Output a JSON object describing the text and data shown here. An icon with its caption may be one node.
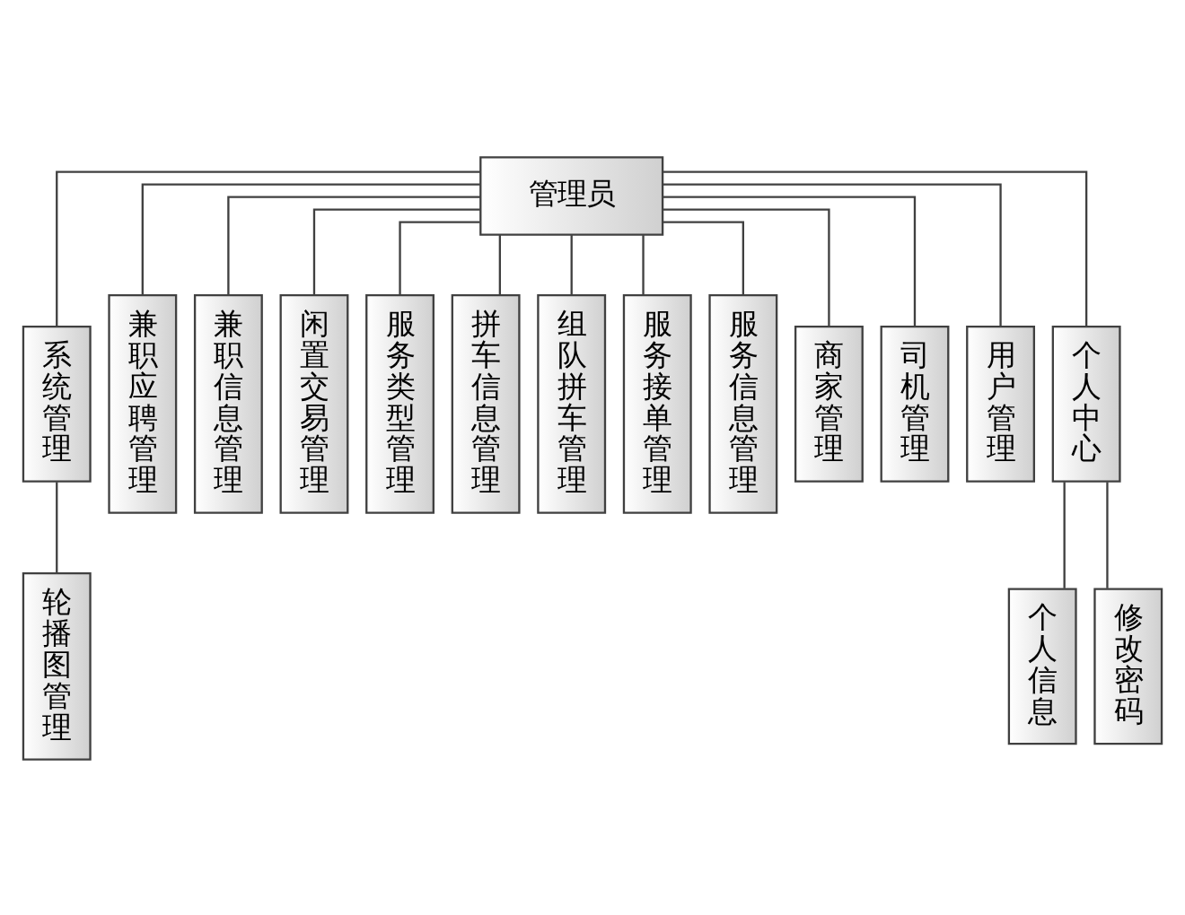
{
  "diagram": {
    "nodes": [
      {
        "text": [
          "管理员"
        ]
      },
      {
        "text": [
          "系统管理"
        ]
      },
      {
        "text": [
          "兼职应聘管理"
        ]
      },
      {
        "text": [
          "兼职信息管理"
        ]
      },
      {
        "text": [
          "闲置交易管理"
        ]
      },
      {
        "text": [
          "服务类型管理"
        ]
      },
      {
        "text": [
          "拼车信息管理"
        ]
      },
      {
        "text": [
          "组队拼车管理"
        ]
      },
      {
        "text": [
          "服务接单管理"
        ]
      },
      {
        "text": [
          "服务信息管理"
        ]
      },
      {
        "text": [
          "商家管理"
        ]
      },
      {
        "text": [
          "司机管理"
        ]
      },
      {
        "text": [
          "用户管理"
        ]
      },
      {
        "text": [
          "个人中心"
        ]
      },
      {
        "text": [
          "轮播图管理"
        ]
      },
      {
        "text": [
          "个人信息"
        ]
      },
      {
        "text": [
          "修改密码"
        ]
      }
    ],
    "edges": [
      {
        "from": 0,
        "to": 1,
        "arrow": "none"
      },
      {
        "from": 0,
        "to": 2,
        "arrow": "none"
      },
      {
        "from": 0,
        "to": 3,
        "arrow": "none"
      },
      {
        "from": 0,
        "to": 4,
        "arrow": "none"
      },
      {
        "from": 0,
        "to": 5,
        "arrow": "none"
      },
      {
        "from": 0,
        "to": 6,
        "arrow": "none"
      },
      {
        "from": 0,
        "to": 7,
        "arrow": "none"
      },
      {
        "from": 0,
        "to": 8,
        "arrow": "none"
      },
      {
        "from": 0,
        "to": 9,
        "arrow": "none"
      },
      {
        "from": 0,
        "to": 10,
        "arrow": "none"
      },
      {
        "from": 0,
        "to": 11,
        "arrow": "none"
      },
      {
        "from": 0,
        "to": 12,
        "arrow": "none"
      },
      {
        "from": 0,
        "to": 13,
        "arrow": "none"
      },
      {
        "from": 1,
        "to": 14,
        "arrow": "none"
      },
      {
        "from": 13,
        "to": 15,
        "arrow": "none"
      },
      {
        "from": 13,
        "to": 16,
        "arrow": "none"
      }
    ]
  }
}
